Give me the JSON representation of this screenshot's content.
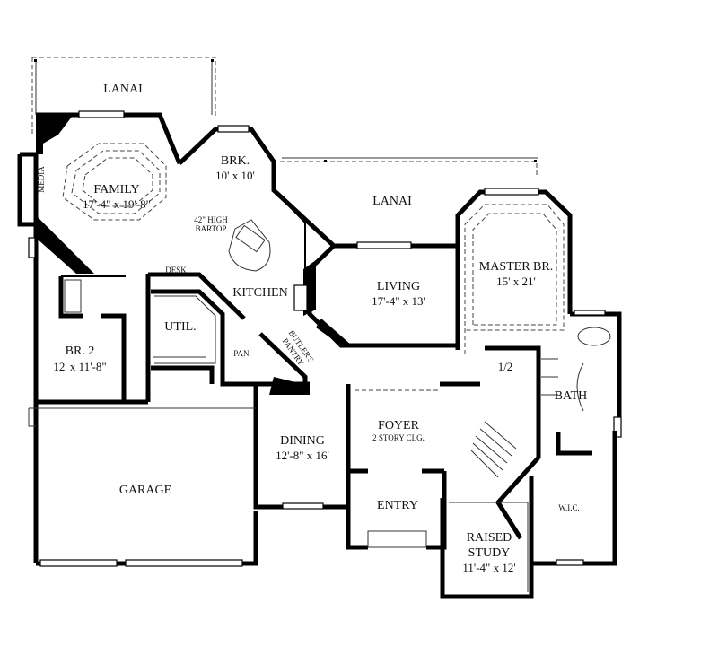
{
  "plan": {
    "rooms": {
      "lanai_left": {
        "name": "LANAI"
      },
      "lanai_right": {
        "name": "LANAI"
      },
      "brk": {
        "name": "BRK.",
        "size": "10' x 10'"
      },
      "family": {
        "name": "FAMILY",
        "size": "17'-4\" x 19'-8\""
      },
      "media": {
        "name": "MEDIA"
      },
      "bartop": {
        "line1": "42\" HIGH",
        "line2": "BARTOP"
      },
      "kitchen": {
        "name": "KITCHEN"
      },
      "desk": {
        "name": "DESK"
      },
      "util": {
        "name": "UTIL."
      },
      "pantry": {
        "name": "PAN."
      },
      "butlers_pantry": {
        "line1": "BUTLER'S",
        "line2": "PANTRY"
      },
      "living": {
        "name": "LIVING",
        "size": "17'-4\" x 13'"
      },
      "master": {
        "name": "MASTER BR.",
        "size": "15' x 21'"
      },
      "half_bath": {
        "name": "1/2"
      },
      "bath": {
        "name": "BATH"
      },
      "br2": {
        "name": "BR. 2",
        "size": "12' x 11'-8\""
      },
      "foyer": {
        "name": "FOYER",
        "note": "2 STORY CLG."
      },
      "dining": {
        "name": "DINING",
        "size": "12'-8\" x 16'"
      },
      "entry": {
        "name": "ENTRY"
      },
      "garage": {
        "name": "GARAGE"
      },
      "wic": {
        "name": "W.I.C."
      },
      "study": {
        "line1": "RAISED",
        "line2": "STUDY",
        "size": "11'-4\" x 12'"
      }
    }
  }
}
